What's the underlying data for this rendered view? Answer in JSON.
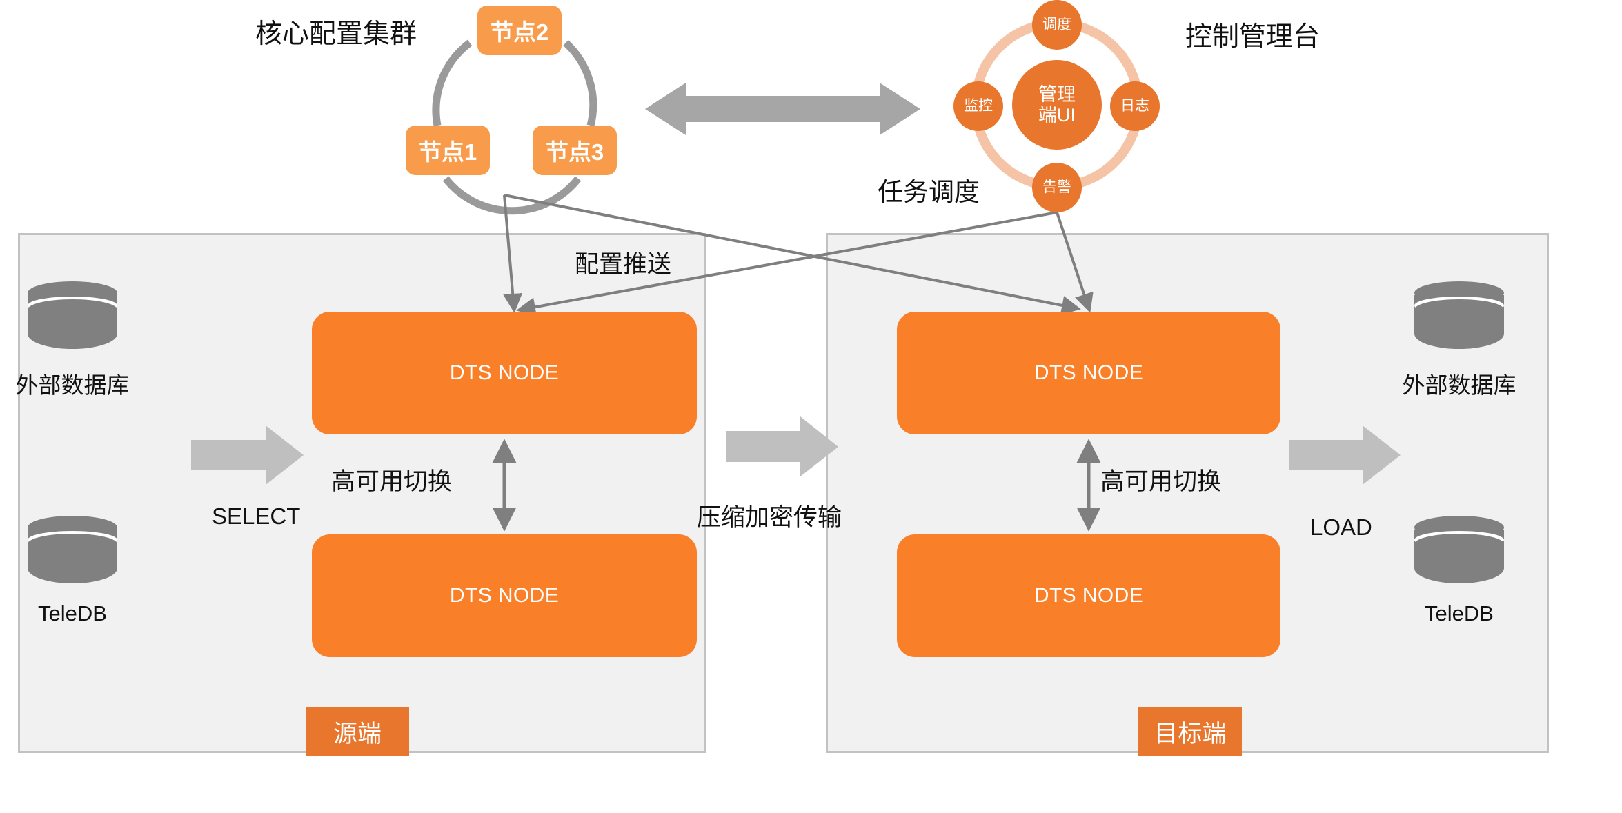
{
  "colors": {
    "node_chip": "#f89b4a",
    "dts_node": "#f97f28",
    "console_circle": "#e8762c",
    "console_ring": "#f5c3a5",
    "panel_fill": "#f1f1f1",
    "panel_border": "#c2c2c2",
    "connector_grey": "#7f7f7f",
    "block_arrow_grey": "#bfbfbf",
    "db_grey": "#808080",
    "text_dark": "#111111",
    "text_light": "#ffffff"
  },
  "cluster": {
    "caption": "核心配置集群",
    "nodes": [
      {
        "label": "节点1"
      },
      {
        "label": "节点2"
      },
      {
        "label": "节点3"
      }
    ]
  },
  "console": {
    "caption": "控制管理台",
    "center_label": "管理\n端UI",
    "center_line1": "管理",
    "center_line2": "端UI",
    "satellites": [
      {
        "id": "schedule",
        "label": "调度",
        "position": "top"
      },
      {
        "id": "monitor",
        "label": "监控",
        "position": "left"
      },
      {
        "id": "log",
        "label": "日志",
        "position": "right"
      },
      {
        "id": "alarm",
        "label": "告警",
        "position": "bottom"
      }
    ]
  },
  "links": {
    "cluster_console_label": "",
    "task_schedule_label": "任务调度",
    "config_push_label": "配置推送",
    "ha_switch_label": "高可用切换",
    "transfer_label": "压缩加密传输",
    "select_label": "SELECT",
    "load_label": "LOAD"
  },
  "source_panel": {
    "badge": "源端",
    "databases": [
      {
        "id": "external",
        "label": "外部数据库"
      },
      {
        "id": "teledb",
        "label": "TeleDB"
      }
    ],
    "nodes": [
      {
        "label": "DTS NODE"
      },
      {
        "label": "DTS NODE"
      }
    ],
    "ha_label": "高可用切换"
  },
  "target_panel": {
    "badge": "目标端",
    "databases": [
      {
        "id": "external",
        "label": "外部数据库"
      },
      {
        "id": "teledb",
        "label": "TeleDB"
      }
    ],
    "nodes": [
      {
        "label": "DTS NODE"
      },
      {
        "label": "DTS NODE"
      }
    ],
    "ha_label": "高可用切换"
  }
}
